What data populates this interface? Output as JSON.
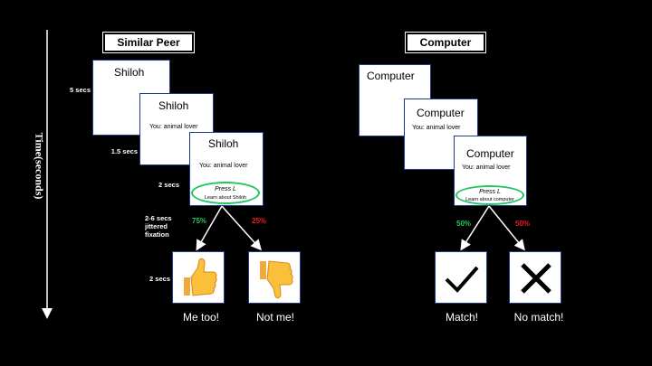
{
  "axis": {
    "label": "Time(seconds)"
  },
  "left": {
    "header": "Similar Peer",
    "card1": {
      "name": "Shiloh"
    },
    "card2": {
      "name": "Shiloh",
      "sub": "You: animal lover"
    },
    "card3": {
      "name": "Shiloh",
      "sub": "You: animal lover",
      "press": "Press L",
      "press_sub": "Learn about Shiloh"
    },
    "pct_left": "75%",
    "pct_right": "25%",
    "caption_left": "Me too!",
    "caption_right": "Not me!",
    "icon_left": "thumbs-up",
    "icon_right": "thumbs-down"
  },
  "right": {
    "header": "Computer",
    "card1": {
      "name": "Computer"
    },
    "card2": {
      "name": "Computer",
      "sub": "You: animal lover"
    },
    "card3": {
      "name": "Computer",
      "sub": "You: animal lover",
      "press": "Press L",
      "press_sub": "Learn about  computer"
    },
    "pct_left": "50%",
    "pct_right": "50%",
    "caption_left": "Match!",
    "caption_right": "No match!",
    "icon_left": "checkmark",
    "icon_right": "x-mark"
  },
  "timings": {
    "t1": "5 secs",
    "t2": "1.5 secs",
    "t3": "2 secs",
    "t4_line1": "2-6 secs",
    "t4_line2": "jittered",
    "t4_line3": "fixation",
    "t5": "2 secs"
  },
  "colors": {
    "green": "#22c55e",
    "red": "#ef1c1c",
    "card_border": "#1f3a8a"
  }
}
